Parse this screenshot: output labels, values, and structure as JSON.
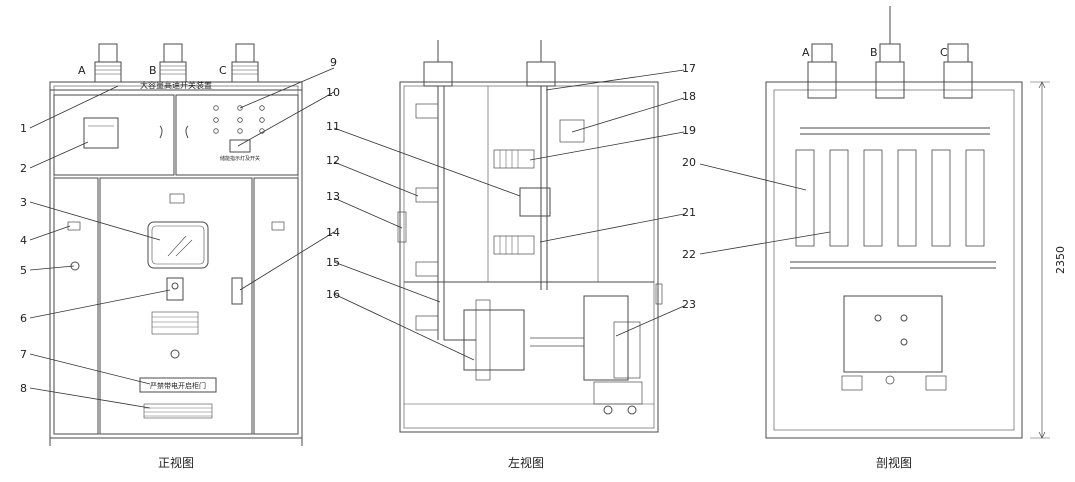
{
  "views": {
    "front": {
      "caption": "正视图",
      "title": "大容量高速开关装置",
      "warning": "严禁带电开启柜门",
      "lamp_note": "储能指示灯及开关"
    },
    "left": {
      "caption": "左视图"
    },
    "section": {
      "caption": "剖视图",
      "dimension": "2350"
    }
  },
  "phases": [
    "A",
    "B",
    "C"
  ],
  "callouts": {
    "front": [
      "1",
      "2",
      "3",
      "4",
      "5",
      "6",
      "7",
      "8",
      "9",
      "10"
    ],
    "left": [
      "11",
      "12",
      "13",
      "14",
      "15",
      "16",
      "17",
      "18",
      "19",
      "21",
      "23"
    ],
    "section": [
      "20",
      "22"
    ]
  },
  "colors": {
    "line": "#4a4a4a",
    "leader": "#333333",
    "paper": "#ffffff",
    "text": "#222222"
  }
}
